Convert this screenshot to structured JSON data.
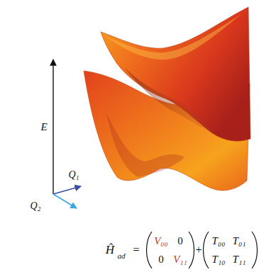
{
  "diagram": {
    "labels": [
      "E",
      "Q₁",
      "Q₂",
      "Ĥ",
      "ad",
      "=",
      "V₀₀",
      "0",
      "0",
      "V₁₁",
      "+",
      "T₀₀",
      "T₀₁",
      "T₁₀",
      "T₁₁"
    ]
  }
}
